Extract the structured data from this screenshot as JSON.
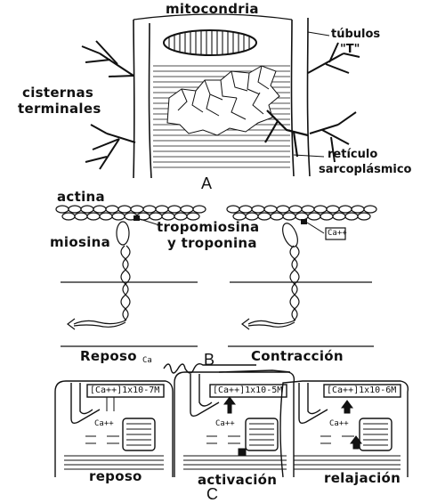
{
  "panel_a": {
    "letter": "A",
    "mitochondria": "mitocondria",
    "t_tubules_line1": "túbulos",
    "t_tubules_line2": "\"T\"",
    "cisterns_line1": "cisternas",
    "cisterns_line2": "terminales",
    "reticulum_line1": "retículo",
    "reticulum_line2": "sarcoplásmico"
  },
  "panel_b": {
    "letter": "B",
    "actin": "actina",
    "myosin": "miosina",
    "tropomyosin": "tropomiosina",
    "troponin": "y troponina",
    "calcium_tag": "Ca++",
    "rest": "Reposo",
    "contraction": "Contracción"
  },
  "panel_c": {
    "letter": "C",
    "states": [
      {
        "label": "reposo",
        "concentration": "[Ca++]1x10-7M",
        "ion": "Ca++"
      },
      {
        "label": "activación",
        "concentration": "[Ca++]1x10-5M",
        "ion": "Ca++"
      },
      {
        "label": "relajación",
        "concentration": "[Ca++]1x10-6M",
        "ion": "Ca++"
      }
    ],
    "external_calcium": "Ca"
  }
}
